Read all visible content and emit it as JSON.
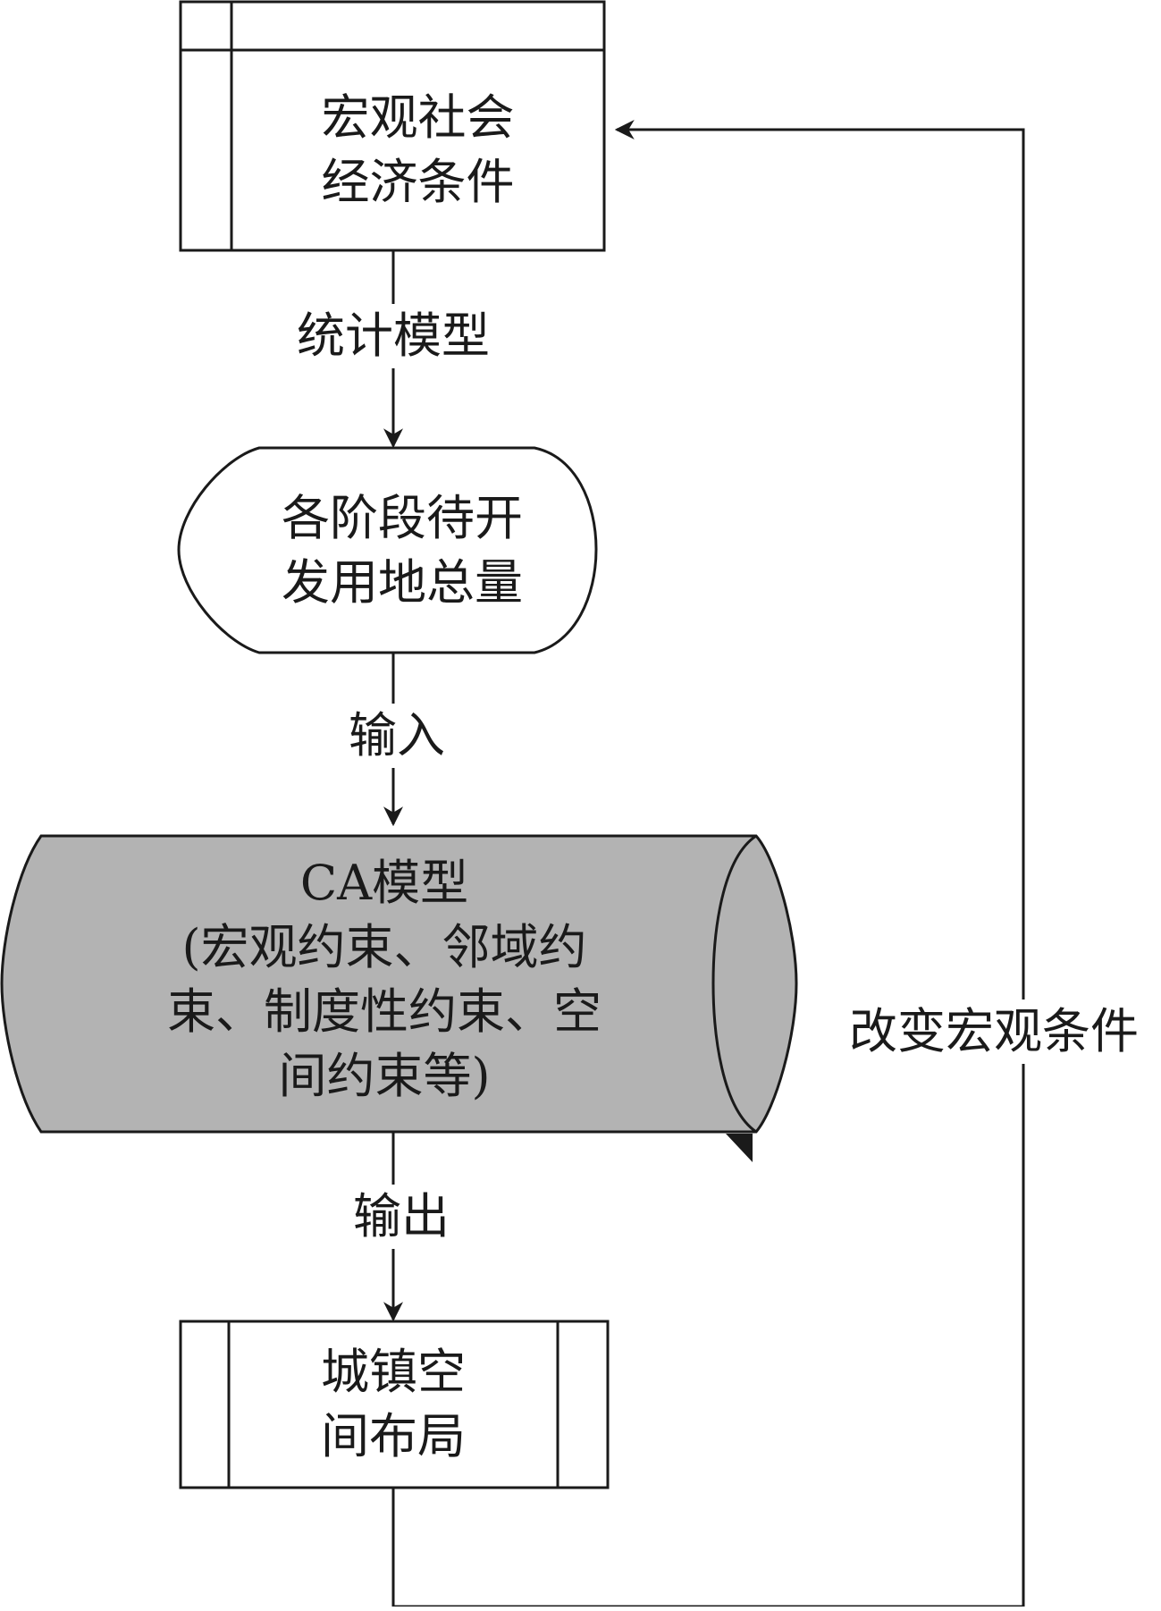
{
  "nodes": {
    "macro": {
      "lines": [
        "宏观社会",
        "经济条件"
      ]
    },
    "land": {
      "lines": [
        "各阶段待开",
        "发用地总量"
      ]
    },
    "ca": {
      "lines": [
        "CA模型",
        "(宏观约束、邻域约",
        "束、制度性约束、空",
        "间约束等)"
      ]
    },
    "urban": {
      "lines": [
        "城镇空",
        "间布局"
      ]
    }
  },
  "edges": {
    "stat_model": "统计模型",
    "input": "输入",
    "output": "输出",
    "feedback": "改变宏观条件"
  },
  "colors": {
    "stroke": "#1a1a1a",
    "ca_fill": "#b3b3b3",
    "background": "#ffffff"
  }
}
